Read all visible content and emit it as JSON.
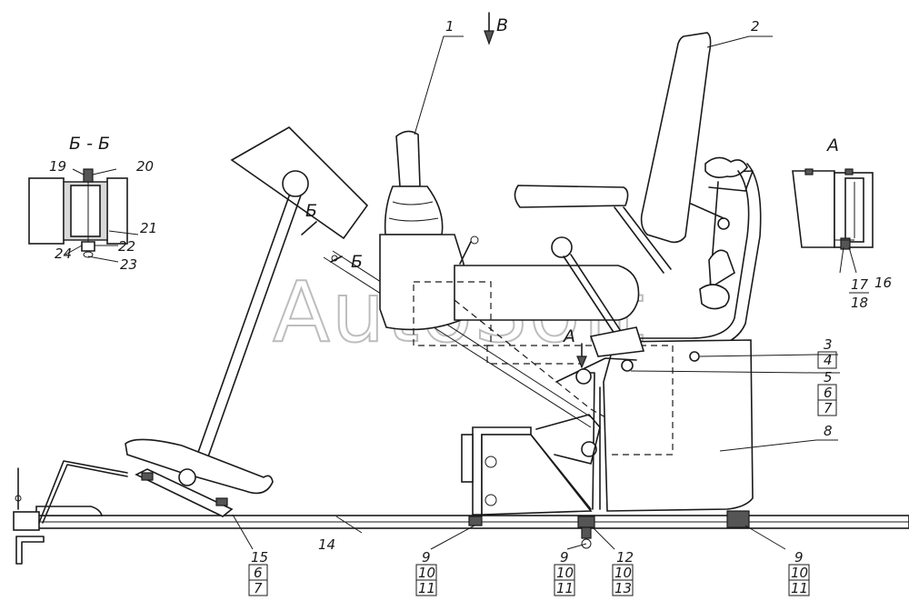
{
  "watermark": "AutoSoft",
  "view_labels": {
    "view_b": "В",
    "section_bb": "Б - Б",
    "view_a": "А",
    "cut_mark": "Б",
    "view_a_marker": "А"
  },
  "callouts": {
    "c1": "1",
    "c2": "2",
    "c3": "3",
    "c4": "4",
    "c5": "5",
    "c6": "6",
    "c7": "7",
    "c8": "8",
    "c9a": "9",
    "c10a": "10",
    "c11a": "11",
    "c9b": "9",
    "c10b": "10",
    "c11b": "11",
    "c9c": "9",
    "c10c": "10",
    "c11c": "11",
    "c12": "12",
    "c10d": "10",
    "c13": "13",
    "c14": "14",
    "c15": "15",
    "c6b": "6",
    "c7b": "7",
    "c16": "16",
    "c17": "17",
    "c18": "18",
    "c19": "19",
    "c20": "20",
    "c21": "21",
    "c22": "22",
    "c23": "23",
    "c24": "24"
  },
  "colors": {
    "line": "#1a1a1a",
    "watermark": "#bdbdbd",
    "background": "#ffffff"
  }
}
